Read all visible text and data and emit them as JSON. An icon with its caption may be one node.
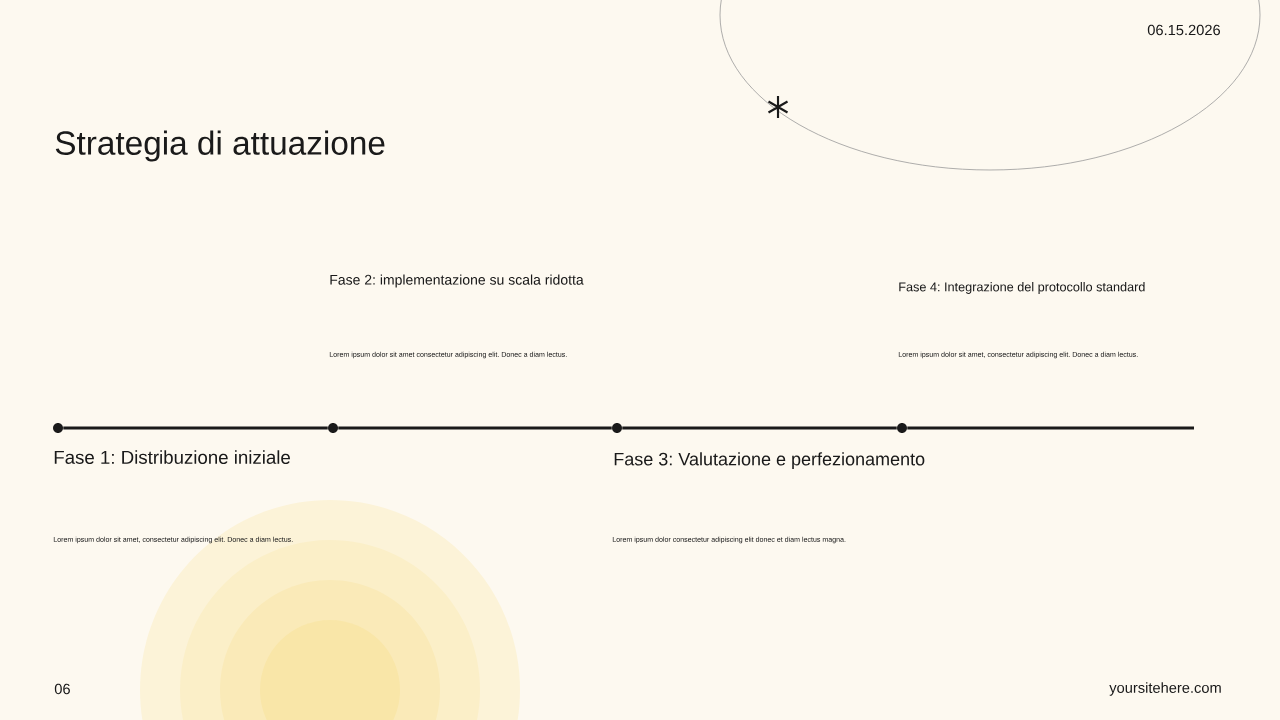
{
  "diagram": {
    "title": "Strategia di attuazione",
    "nodes": [
      {
        "text": [],
        "shape": "circle"
      },
      {
        "text": [],
        "shape": "circle"
      },
      {
        "text": [],
        "shape": "circle"
      },
      {
        "text": [],
        "shape": "circle"
      }
    ],
    "edges": [
      {
        "from": 0,
        "to": 1,
        "arrow": "none"
      },
      {
        "from": 1,
        "to": 2,
        "arrow": "none"
      },
      {
        "from": 2,
        "to": 3,
        "arrow": "none"
      },
      {
        "from": 3,
        "to": null,
        "arrow": "none"
      }
    ],
    "labels": [
      "06.15.2026",
      "Fase 2: implementazione su scala ridotta",
      "Fase 4: Integrazione del protocollo standard",
      "Lorem ipsum dolor sit amet consectetur adipiscing elit. Donec a diam lectus.",
      "Lorem ipsum dolor sit amet, consectetur adipiscing elit. Donec a diam lectus.",
      "Fase 1: Distribuzione iniziale",
      "Fase 3: Valutazione e perfezionamento",
      "Lorem ipsum dolor sit amet, consectetur adipiscing elit. Donec a diam lectus.",
      "Lorem ipsum dolor consectetur adipiscing elit donec et diam lectus magna.",
      "06",
      "yoursitehere.com"
    ]
  }
}
